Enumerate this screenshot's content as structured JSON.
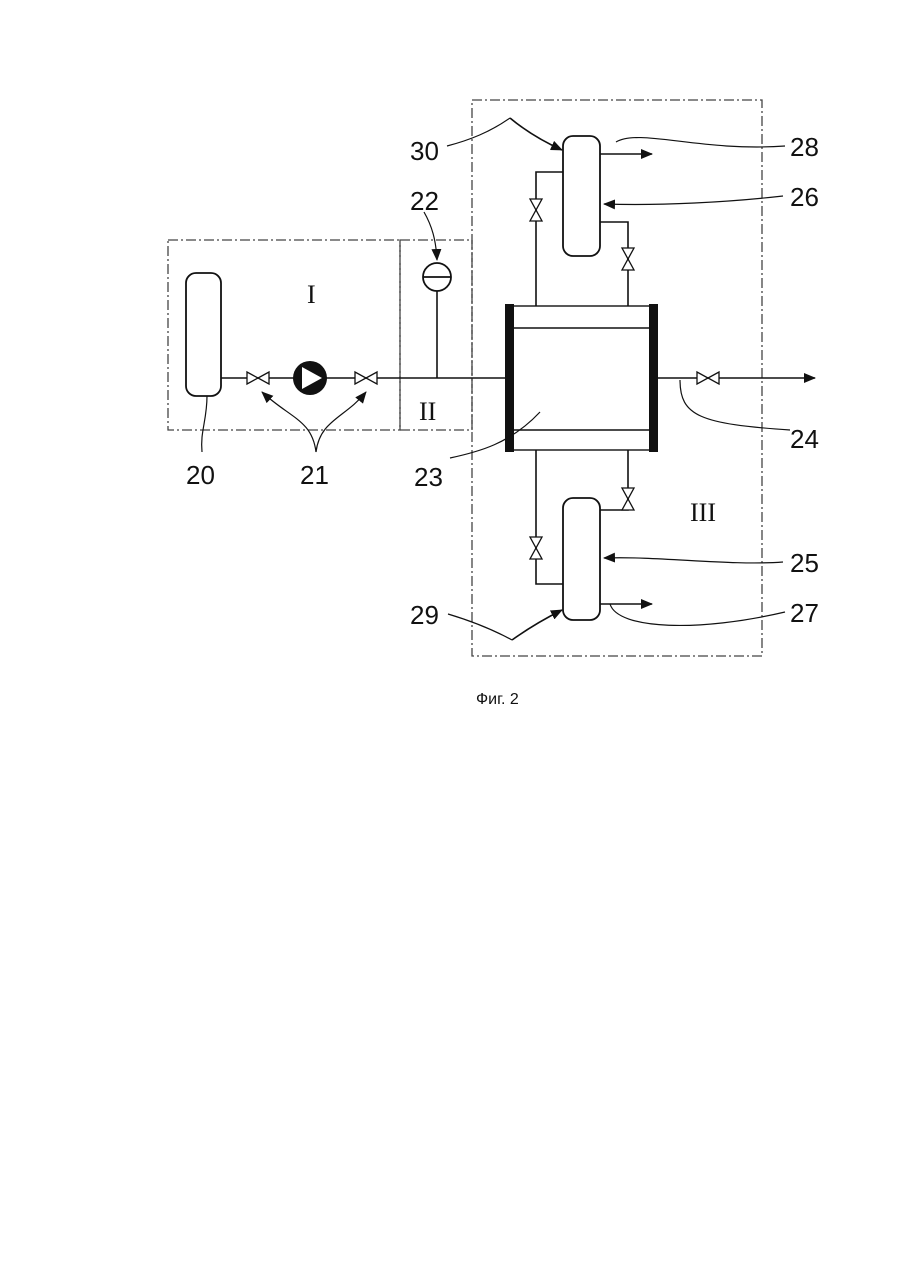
{
  "diagram": {
    "sections": {
      "section_1": "I",
      "section_2": "II",
      "section_3": "III"
    },
    "labels": {
      "l20": "20",
      "l21": "21",
      "l22": "22",
      "l23": "23",
      "l24": "24",
      "l25": "25",
      "l26": "26",
      "l27": "27",
      "l28": "28",
      "l29": "29",
      "l30": "30"
    },
    "caption": "Фиг. 2"
  }
}
